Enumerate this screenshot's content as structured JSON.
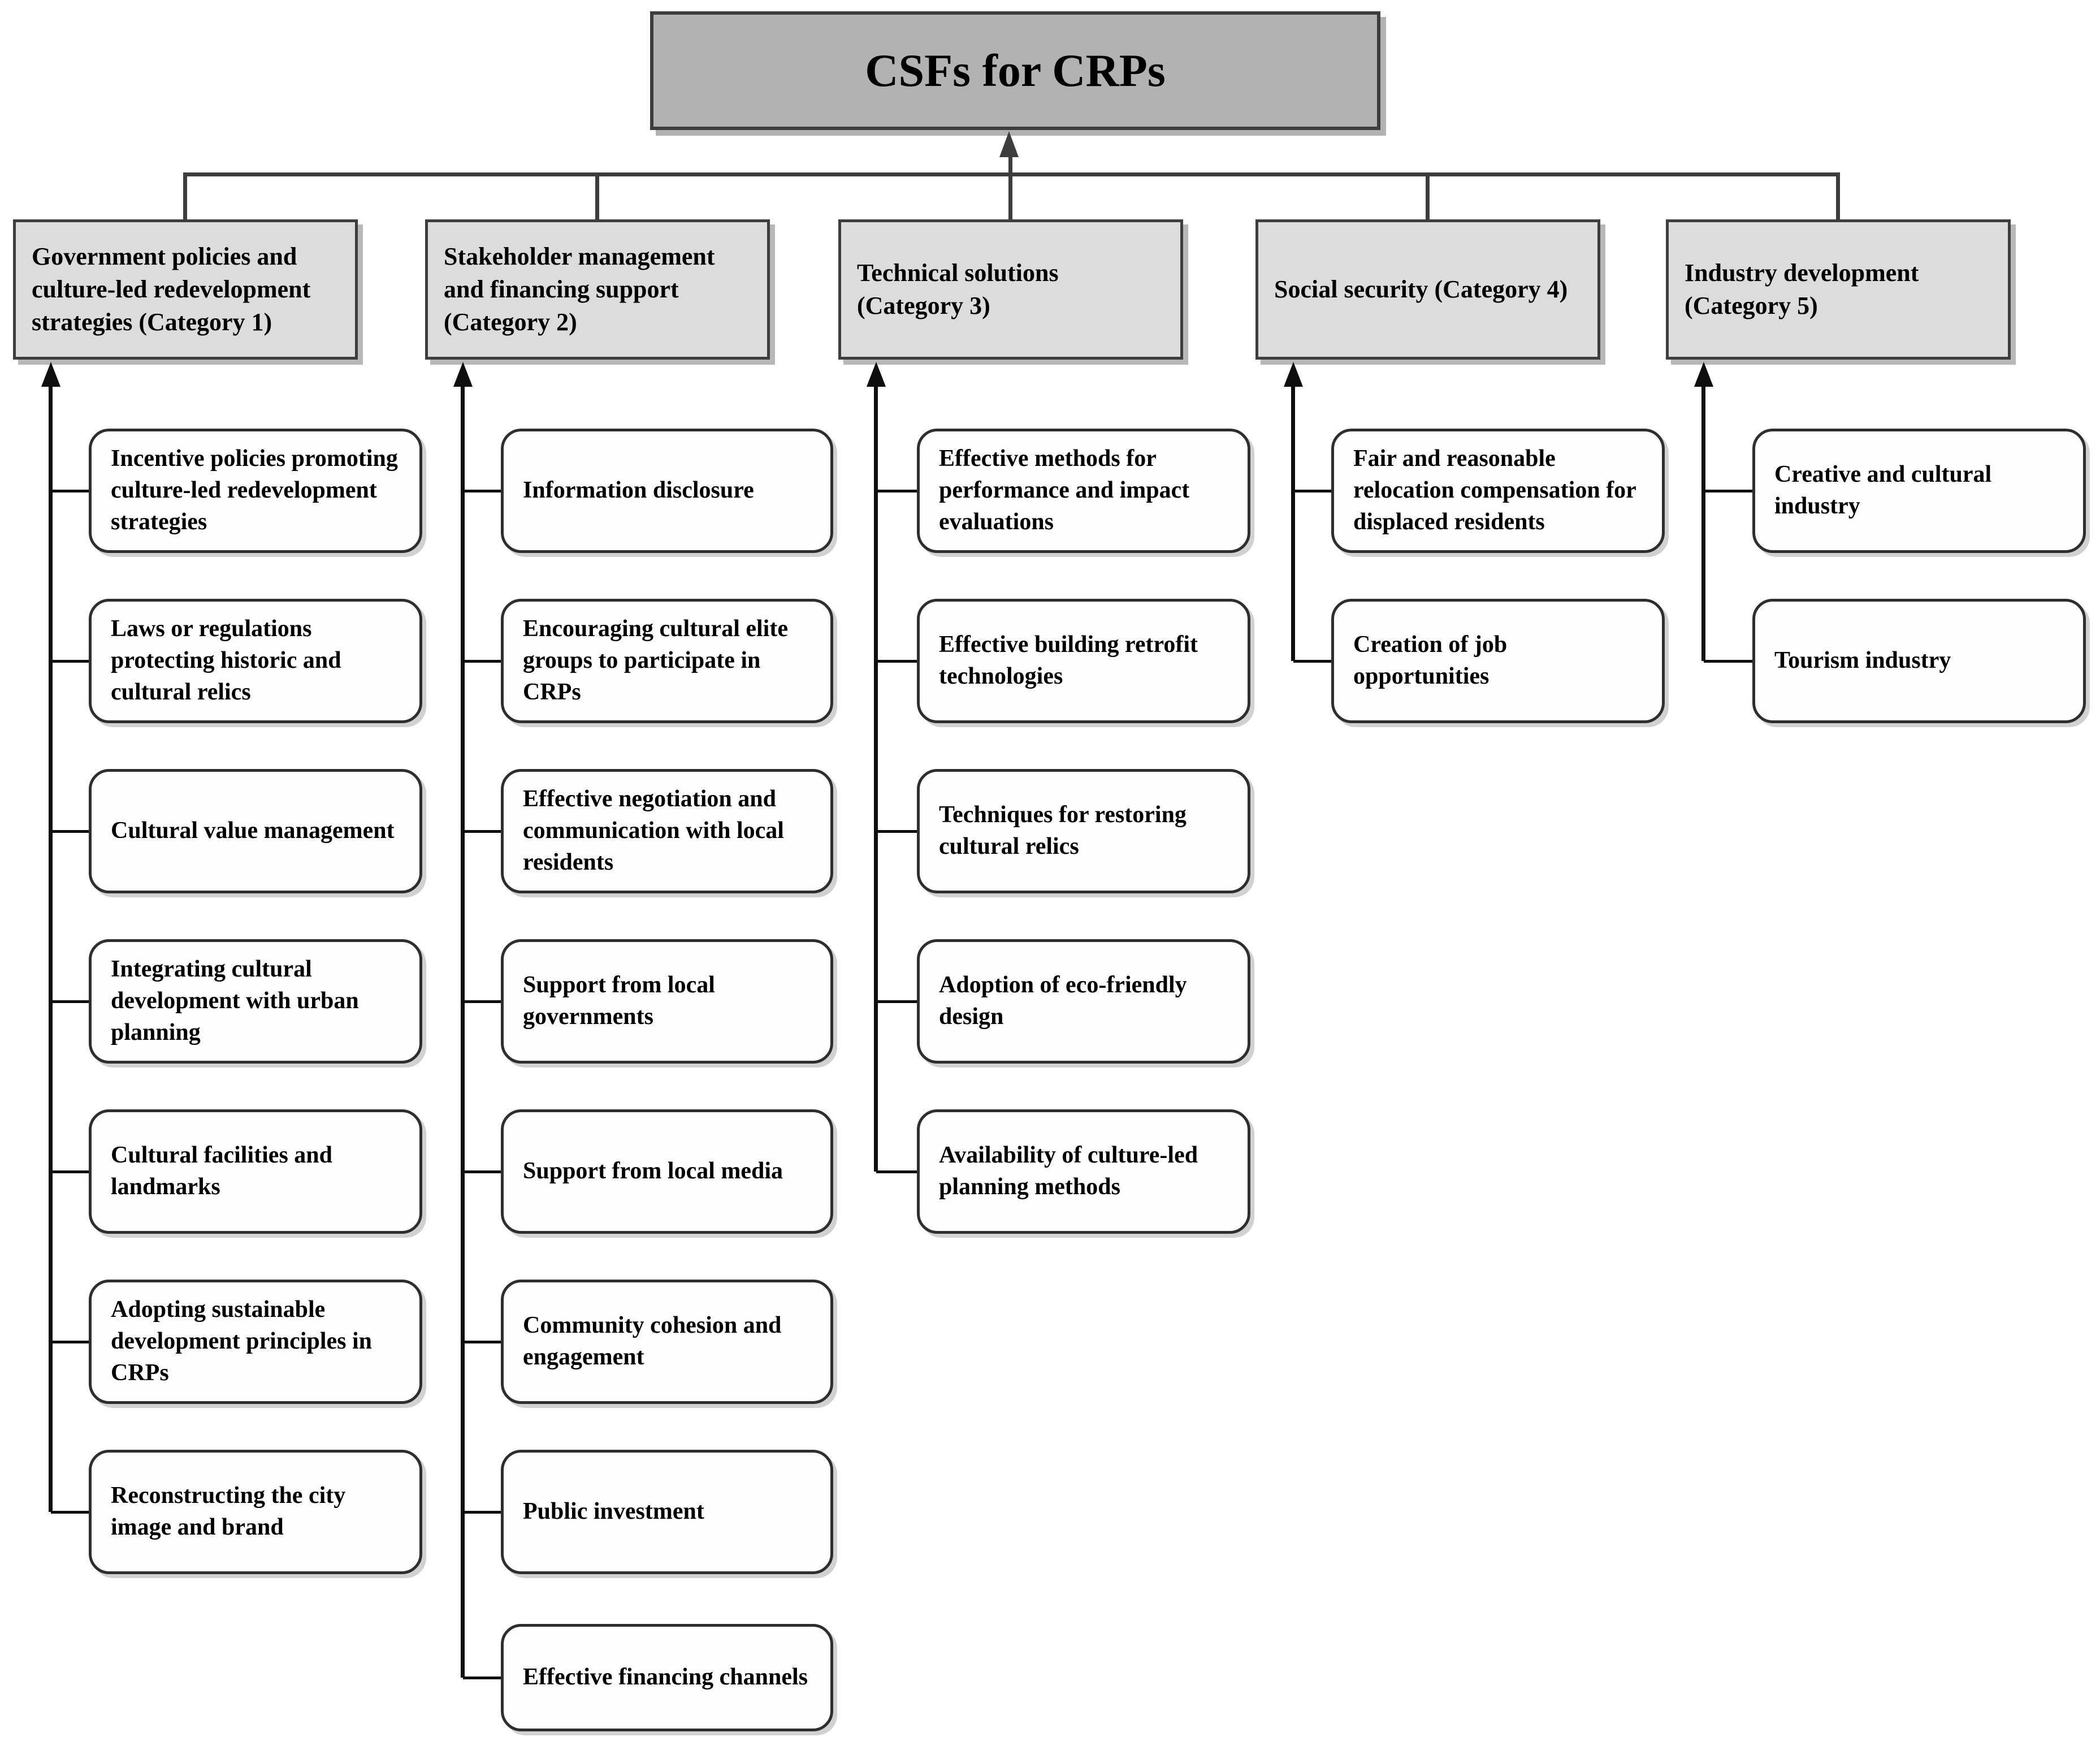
{
  "title": "CSFs for CRPs",
  "colors": {
    "title_fill": "#b2b2b2",
    "category_fill": "#dcdcdc",
    "child_fill": "#fefefe",
    "border": "#3d3d3d",
    "line": "#0e0e0e"
  },
  "categories": [
    {
      "label": "Government policies and culture-led redevelopment strategies (Category 1)",
      "children": [
        "Incentive policies promoting culture-led redevelopment strategies",
        "Laws or regulations protecting historic and cultural relics",
        "Cultural value management",
        "Integrating cultural development with urban planning",
        "Cultural facilities and landmarks",
        "Adopting sustainable development principles in CRPs",
        "Reconstructing the city image and brand"
      ]
    },
    {
      "label": "Stakeholder management and financing support (Category 2)",
      "children": [
        "Information disclosure",
        "Encouraging cultural elite groups to participate in CRPs",
        "Effective negotiation and communication with local residents",
        "Support from local governments",
        "Support from local media",
        "Community cohesion and engagement",
        "Public investment",
        "Effective financing channels"
      ]
    },
    {
      "label": "Technical solutions (Category 3)",
      "children": [
        "Effective methods for performance and impact evaluations",
        "Effective building retrofit technologies",
        "Techniques for restoring cultural relics",
        "Adoption of eco-friendly design",
        "Availability of culture-led planning methods"
      ]
    },
    {
      "label": "Social security (Category 4)",
      "children": [
        "Fair and reasonable relocation compensation for displaced residents",
        "Creation of job opportunities"
      ]
    },
    {
      "label": "Industry development (Category 5)",
      "children": [
        "Creative and cultural industry",
        "Tourism industry"
      ]
    }
  ]
}
